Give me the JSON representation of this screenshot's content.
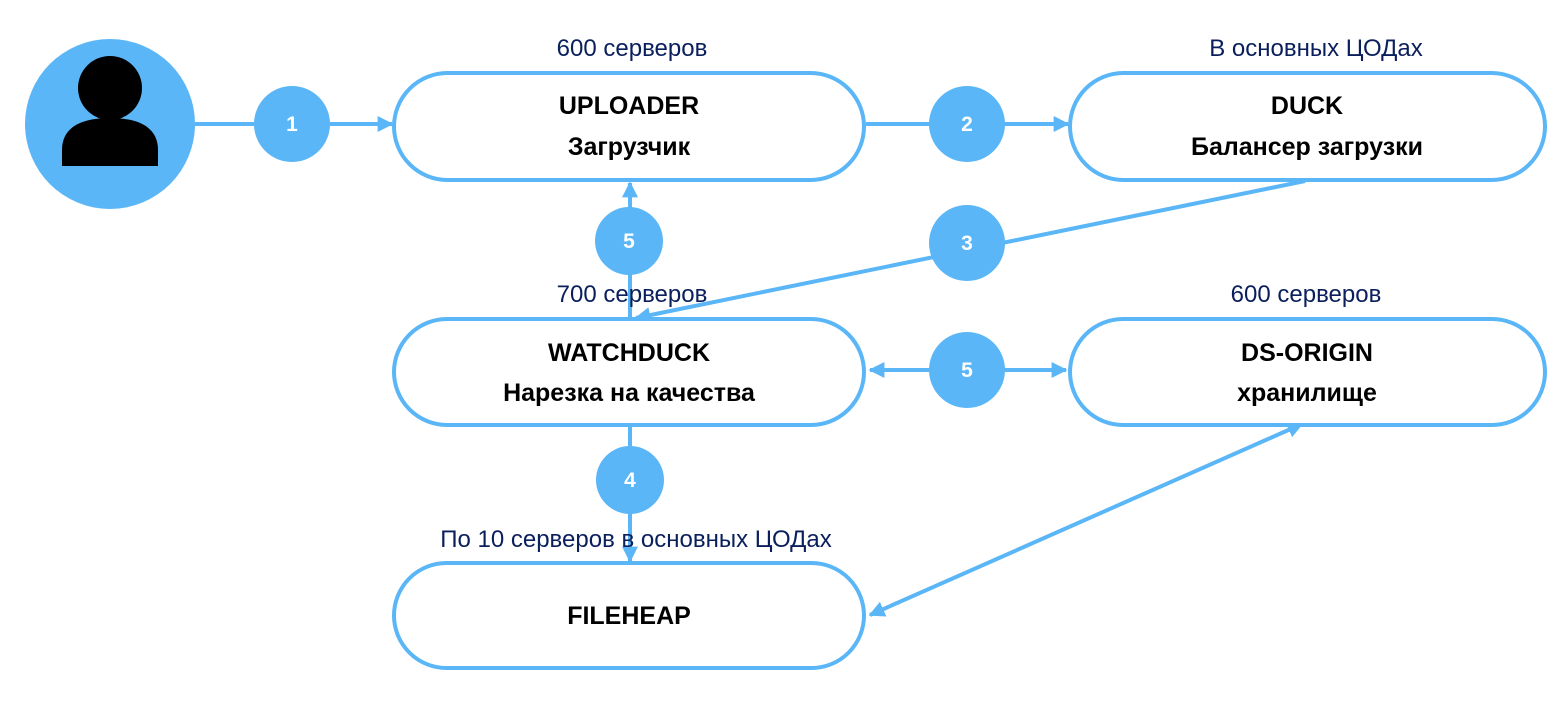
{
  "colors": {
    "accent": "#5ab6f7",
    "caption_text": "#0a1f5c",
    "node_text": "#000000",
    "background": "#ffffff"
  },
  "user": {
    "icon": "user-icon"
  },
  "nodes": {
    "uploader": {
      "title": "UPLOADER",
      "subtitle": "Загрузчик",
      "caption": "600 серверов"
    },
    "duck": {
      "title": "DUCK",
      "subtitle": "Балансер загрузки",
      "caption": "В основных ЦОДах"
    },
    "watchduck": {
      "title": "WATCHDUCK",
      "subtitle": "Нарезка на качества",
      "caption": "700 серверов"
    },
    "ds_origin": {
      "title": "DS-ORIGIN",
      "subtitle": "хранилище",
      "caption": "600 серверов"
    },
    "fileheap": {
      "title": "FILEHEAP",
      "caption": "По 10 серверов в основных ЦОДах"
    }
  },
  "steps": {
    "user_to_uploader": "1",
    "uploader_to_duck": "2",
    "duck_to_watchduck": "3",
    "watchduck_to_fileheap": "4",
    "watchduck_to_uploader": "5",
    "watchduck_to_ds_origin": "5"
  }
}
